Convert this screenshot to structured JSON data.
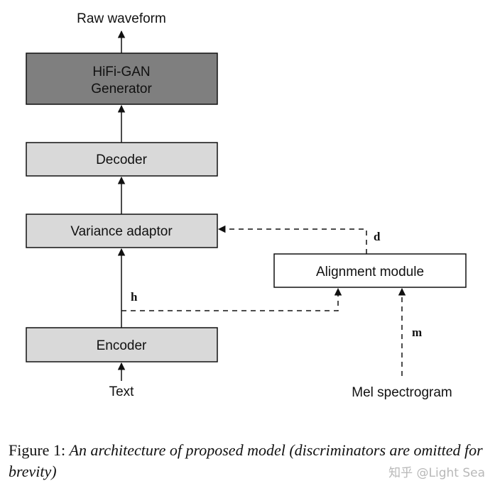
{
  "colors": {
    "generator_fill": "#7f7f7f",
    "block_fill": "#d9d9d9",
    "alignment_fill": "#ffffff",
    "stroke": "#111111"
  },
  "diagram": {
    "output_label": "Raw waveform",
    "generator_line1": "HiFi-GAN",
    "generator_line2": "Generator",
    "decoder_label": "Decoder",
    "variance_label": "Variance adaptor",
    "alignment_label": "Alignment module",
    "encoder_label": "Encoder",
    "text_input_label": "Text",
    "mel_input_label": "Mel spectrogram",
    "h_label": "h",
    "d_label": "d",
    "m_label": "m"
  },
  "caption": {
    "prefix": "Figure 1: ",
    "text": "An architecture of proposed model (discriminators are omitted for brevity)"
  },
  "watermark": "知乎 @Light Sea"
}
